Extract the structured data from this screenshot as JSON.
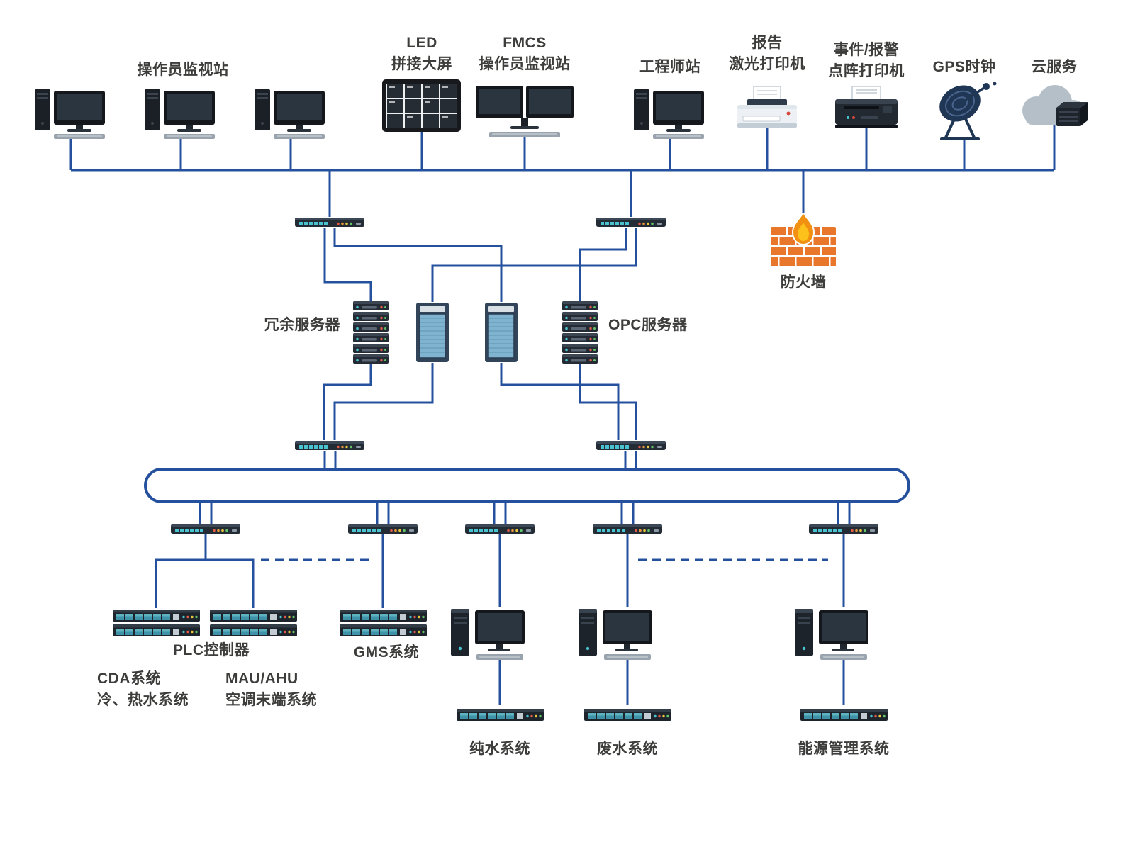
{
  "diagram": {
    "labels": {
      "operator_station": "操作员监视站",
      "led_wall": "LED\n拼接大屏",
      "fmcs_station": "FMCS\n操作员监视站",
      "engineer_station": "工程师站",
      "laser_printer": "报告\n激光打印机",
      "dot_matrix_printer": "事件/报警\n点阵打印机",
      "gps_clock": "GPS时钟",
      "cloud_service": "云服务",
      "firewall": "防火墙",
      "redundant_server": "冗余服务器",
      "opc_server": "OPC服务器",
      "plc_controller": "PLC控制器",
      "cda_system": "CDA系统\n冷、热水系统",
      "mau_ahu_system": "MAU/AHU\n空调末端系统",
      "gms_system": "GMS系统",
      "pure_water_system": "纯水系统",
      "waste_water_system": "废水系统",
      "energy_management_system": "能源管理系统"
    },
    "colors": {
      "line": "#24509e",
      "label-text": "#3d3d3b",
      "background": "#ffffff",
      "firewall-brick": "#e8762b",
      "flame": "#f29111",
      "switch-port": "#49c3cf",
      "cabinet-panel": "#7fb3cf"
    },
    "icons": [
      "workstation-icon",
      "led-wall-icon",
      "dual-monitor-station-icon",
      "printer-laser-icon",
      "printer-dotmatrix-icon",
      "gps-dish-icon",
      "cloud-server-icon",
      "network-switch-icon",
      "server-stack-icon",
      "rack-cabinet-icon",
      "firewall-icon",
      "plc-rack-icon",
      "tower-pc-icon"
    ]
  }
}
